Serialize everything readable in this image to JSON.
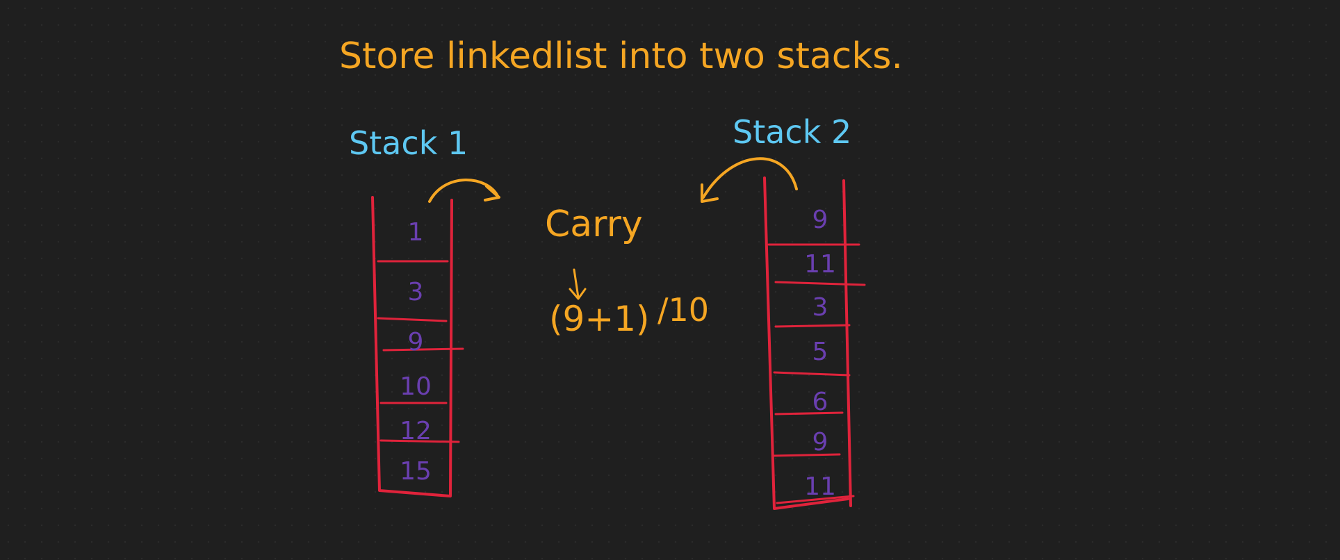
{
  "colors": {
    "background": "#1f1f1f",
    "title": "#f5a623",
    "stack_label": "#5ec8f2",
    "stack_outline": "#e0233b",
    "cell_value": "#6a3fb0",
    "annotation": "#f5a623"
  },
  "title": "Store linkedlist into two stacks.",
  "stack1": {
    "label": "Stack 1",
    "cells": [
      "1",
      "3",
      "9",
      "10",
      "12",
      "15"
    ]
  },
  "stack2": {
    "label": "Stack 2",
    "cells": [
      "9",
      "11",
      "3",
      "5",
      "6",
      "9",
      "11"
    ]
  },
  "carry": {
    "label": "Carry",
    "formula": "(9+1)",
    "divisor": "/10"
  }
}
